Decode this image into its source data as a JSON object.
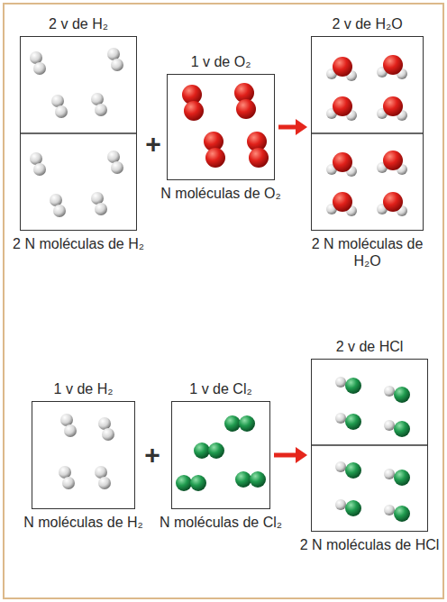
{
  "diagram": {
    "nodes": [
      {
        "text": [
          "2 v de H₂",
          "2 N moléculas de H₂"
        ]
      },
      {
        "text": [
          "1 v de O₂",
          "N moléculas de O₂"
        ]
      },
      {
        "text": [
          "2 v de H₂O",
          "2 N moléculas de H₂O"
        ]
      },
      {
        "text": [
          "1 v de H₂",
          "N moléculas de H₂"
        ]
      },
      {
        "text": [
          "1 v de Cl₂",
          "N moléculas de Cl₂"
        ]
      },
      {
        "text": [
          "2 v de HCl",
          "2 N moléculas de HCl"
        ]
      }
    ],
    "edges": [
      {
        "from": 1,
        "to": 2,
        "arrow": "to"
      },
      {
        "from": 4,
        "to": 5,
        "arrow": "to"
      }
    ],
    "labels": [
      "+",
      "+"
    ]
  }
}
